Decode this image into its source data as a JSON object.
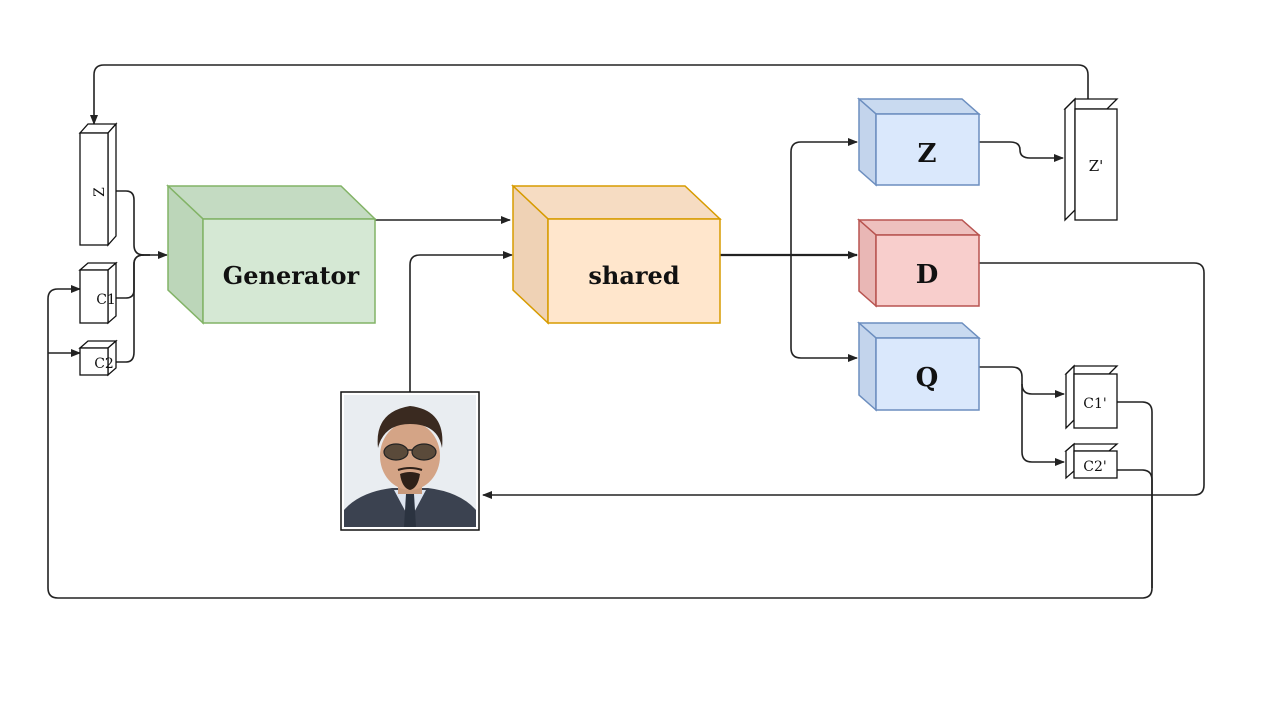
{
  "nodes": {
    "z_input": "Z",
    "c1_input": "C1",
    "c2_input": "C2",
    "generator": "Generator",
    "shared": "shared",
    "z_head": "Z",
    "d_head": "D",
    "q_head": "Q",
    "z_prime": "Z'",
    "c1_prime": "C1'",
    "c2_prime": "C2'"
  },
  "colors": {
    "generator_fill": "#d5e8d4",
    "generator_stroke": "#82b366",
    "shared_fill": "#ffe6cc",
    "shared_stroke": "#d79b00",
    "z_fill": "#dae8fc",
    "z_stroke": "#6c8ebf",
    "d_fill": "#f8cecc",
    "d_stroke": "#b85450",
    "q_fill": "#dae8fc",
    "q_stroke": "#6c8ebf"
  },
  "image": {
    "subject": "portrait photo of a man with sunglasses and a goatee"
  }
}
